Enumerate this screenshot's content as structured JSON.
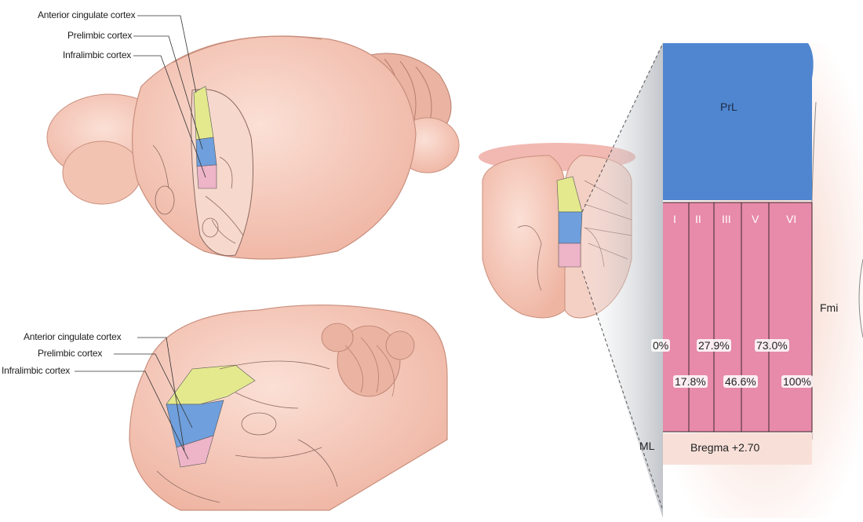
{
  "top_brain": {
    "labels": [
      "Anterior cingulate cortex",
      "Prelimbic cortex",
      "Infralimbic cortex"
    ]
  },
  "bottom_brain": {
    "labels": [
      "Anterior cingulate cortex",
      "Prelimbic cortex",
      "Infralimbic cortex"
    ]
  },
  "section": {
    "region_label": "PrL",
    "layers": [
      "I",
      "II",
      "III",
      "V",
      "VI"
    ],
    "depths_upper": [
      "0%",
      "27.9%",
      "73.0%"
    ],
    "depths_lower": [
      "17.8%",
      "46.6%",
      "100%"
    ],
    "right_label": "Fmi",
    "midline_label": "ML",
    "coordinate_label": "Bregma +2.70"
  },
  "colors": {
    "anterior_cingulate": "#e4e98e",
    "prelimbic": "#6f9fdc",
    "infralimbic": "#eeb4c8",
    "prl_fill": "#4f86cf",
    "layer_fill": "#e88aaa",
    "tissue": "#f4c6b6"
  }
}
